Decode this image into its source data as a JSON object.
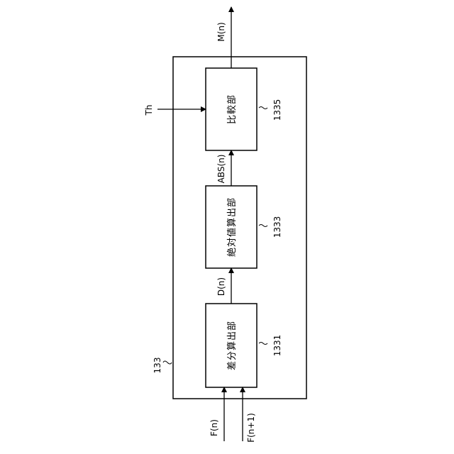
{
  "diagram": {
    "container_ref": "133",
    "blocks": [
      {
        "label": "差分算出部",
        "ref": "1331"
      },
      {
        "label": "絶対値算出部",
        "ref": "1333"
      },
      {
        "label": "比較部",
        "ref": "1335"
      }
    ],
    "signals": {
      "input_a": "F(n)",
      "input_b": "F(n+1)",
      "diff": "D(n)",
      "abs": "ABS(n)",
      "threshold": "Th",
      "output": "M(n)"
    },
    "ref_squiggle": "~"
  }
}
